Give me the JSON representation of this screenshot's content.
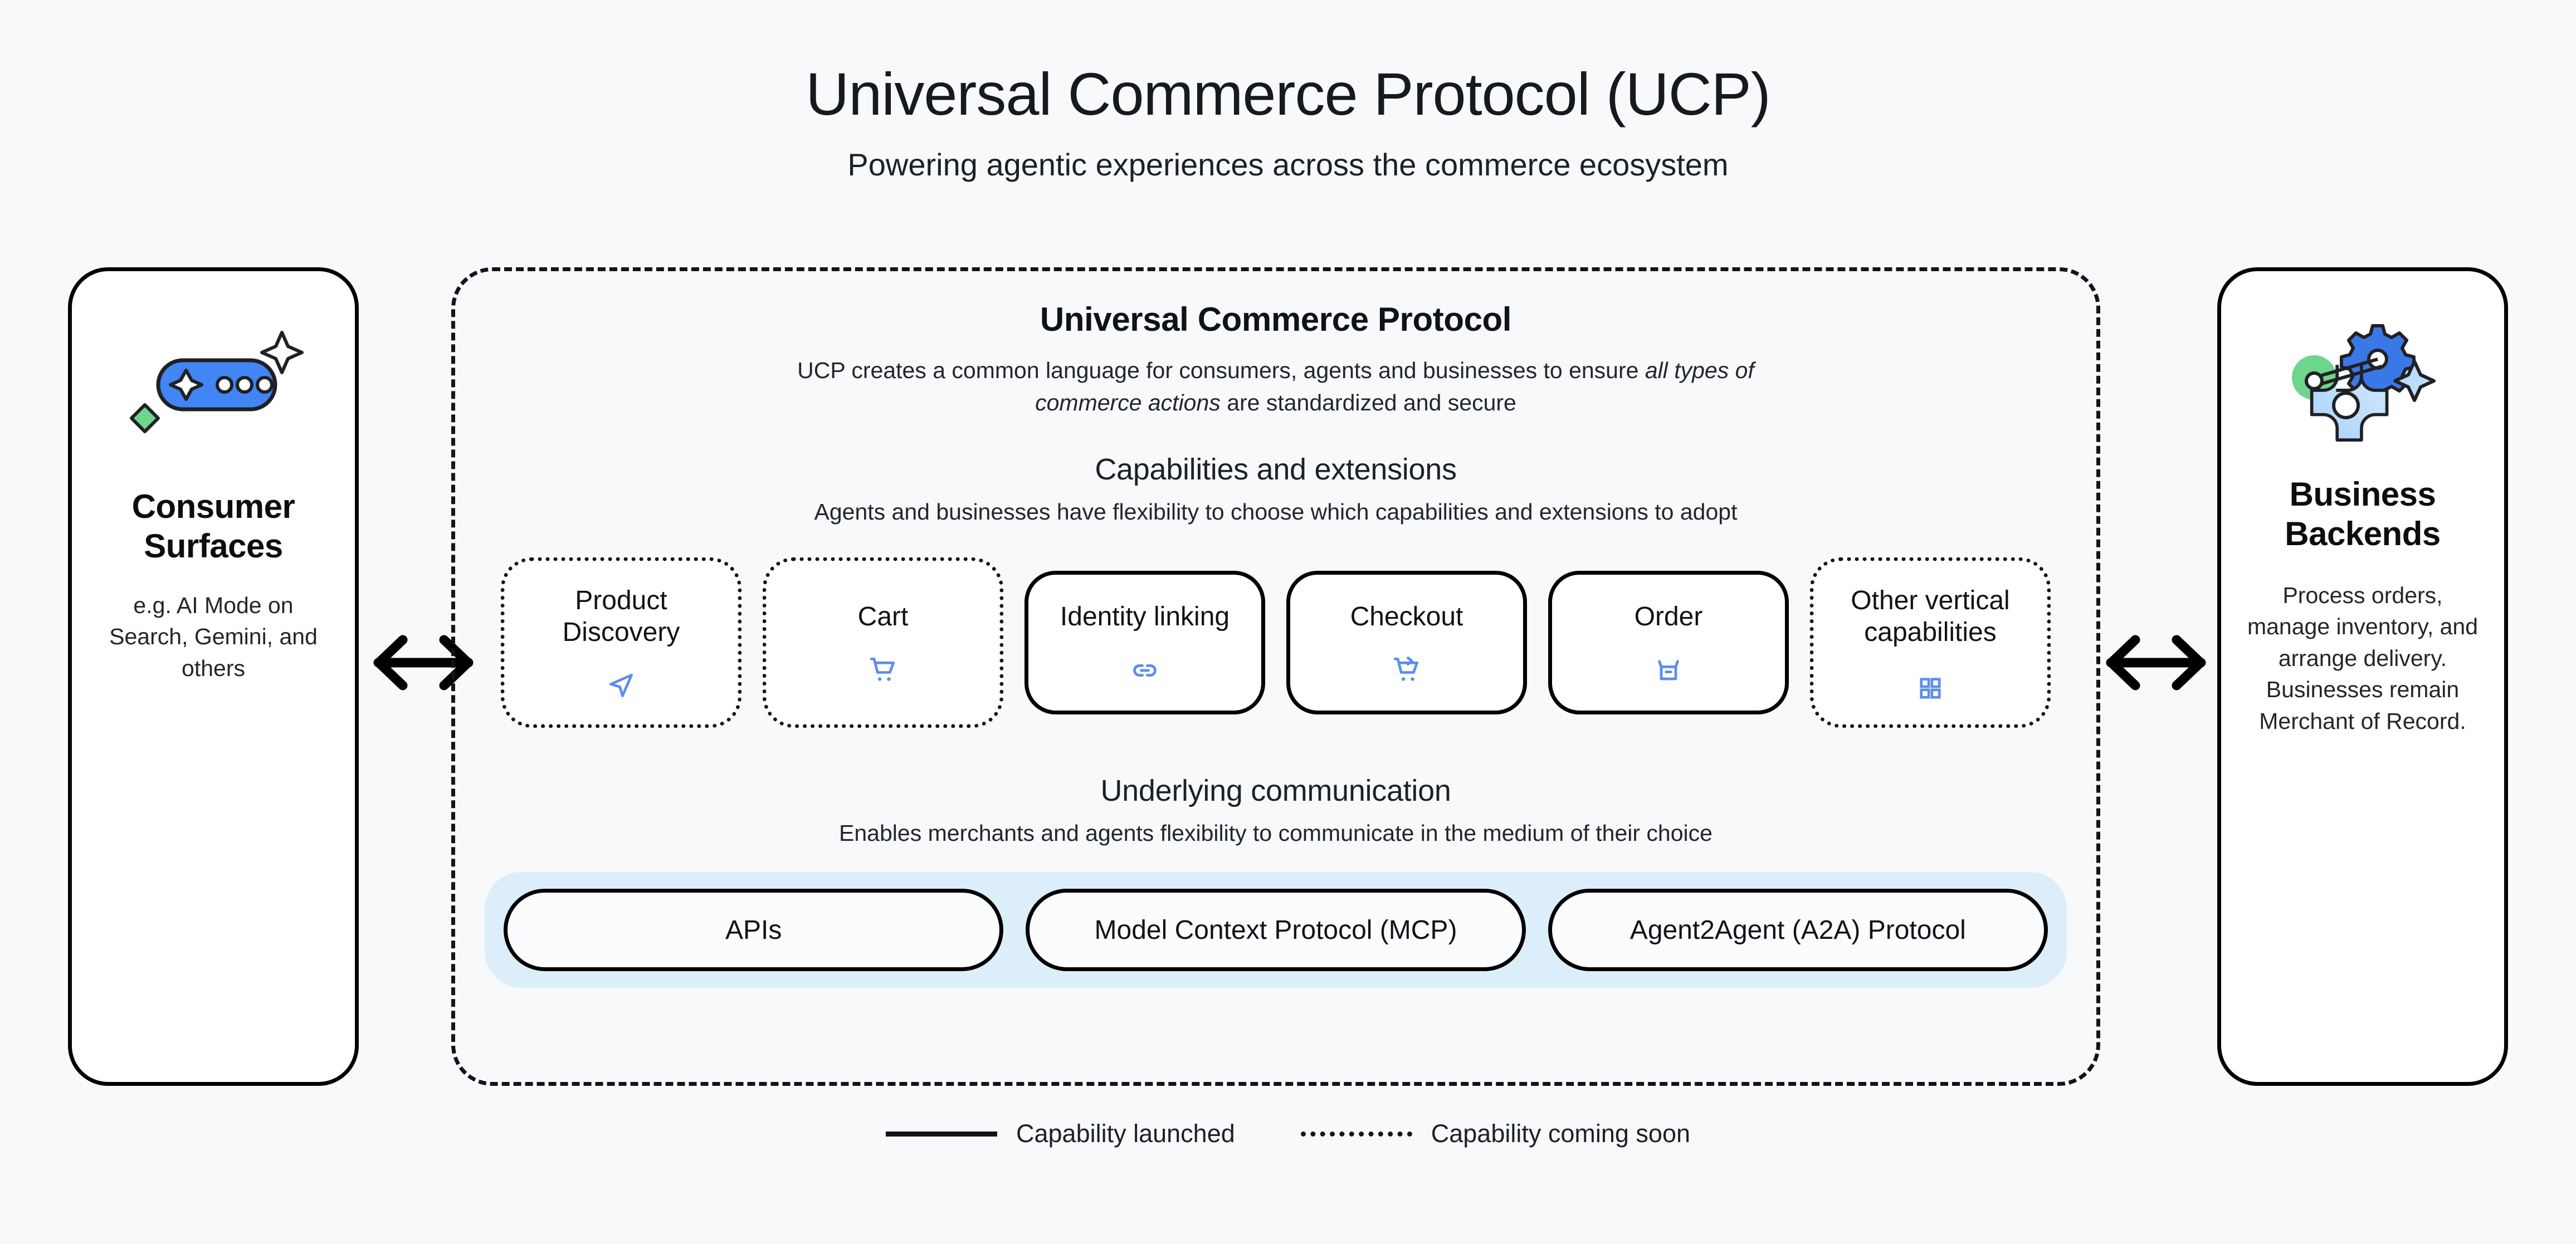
{
  "header": {
    "title": "Universal Commerce Protocol (UCP)",
    "subtitle": "Powering agentic experiences across the commerce ecosystem"
  },
  "left_panel": {
    "icon": "ai-chat-pill-sparkle-icon",
    "title": "Consumer Surfaces",
    "description": "e.g. AI Mode on Search, Gemini, and others"
  },
  "right_panel": {
    "icon": "gears-sparkle-icon",
    "title": "Business Backends",
    "description": "Process orders, manage inventory, and arrange delivery. Businesses remain Merchant of Record."
  },
  "arrows": {
    "left": "bidirectional-arrow-icon",
    "right": "bidirectional-arrow-icon"
  },
  "ucp": {
    "heading": "Universal Commerce Protocol",
    "sub_before": "UCP creates a common language for consumers, agents and businesses to ensure ",
    "sub_em": "all types of commerce actions",
    "sub_after": " are standardized and secure",
    "capabilities": {
      "heading": "Capabilities and extensions",
      "sub": "Agents and businesses have flexibility to choose which capabilities and extensions to adopt",
      "cards": [
        {
          "label": "Product Discovery",
          "status": "soon",
          "icon": "navigation-arrow-icon"
        },
        {
          "label": "Cart",
          "status": "soon",
          "icon": "shopping-cart-icon"
        },
        {
          "label": "Identity linking",
          "status": "launched",
          "icon": "link-icon"
        },
        {
          "label": "Checkout",
          "status": "launched",
          "icon": "cart-checkout-icon"
        },
        {
          "label": "Order",
          "status": "launched",
          "icon": "package-box-icon"
        },
        {
          "label": "Other vertical capabilities",
          "status": "soon",
          "icon": "grid-squares-icon"
        }
      ]
    },
    "communication": {
      "heading": "Underlying communication",
      "sub": "Enables merchants and agents flexibility to communicate in the medium of their choice",
      "protocols": [
        "APIs",
        "Model Context Protocol (MCP)",
        "Agent2Agent (A2A) Protocol"
      ]
    }
  },
  "legend": [
    {
      "style": "solid",
      "label": "Capability launched"
    },
    {
      "style": "dotted",
      "label": "Capability coming soon"
    }
  ],
  "colors": {
    "background": "#f7f9fb",
    "panel": "#ffffff",
    "stroke": "#000000",
    "accent_blue": "#4285f4",
    "icon_blue": "#5b8def",
    "accent_green": "#6dd58c",
    "light_blue_fill": "#ddeefb",
    "gear_light": "#bcdcfb"
  }
}
